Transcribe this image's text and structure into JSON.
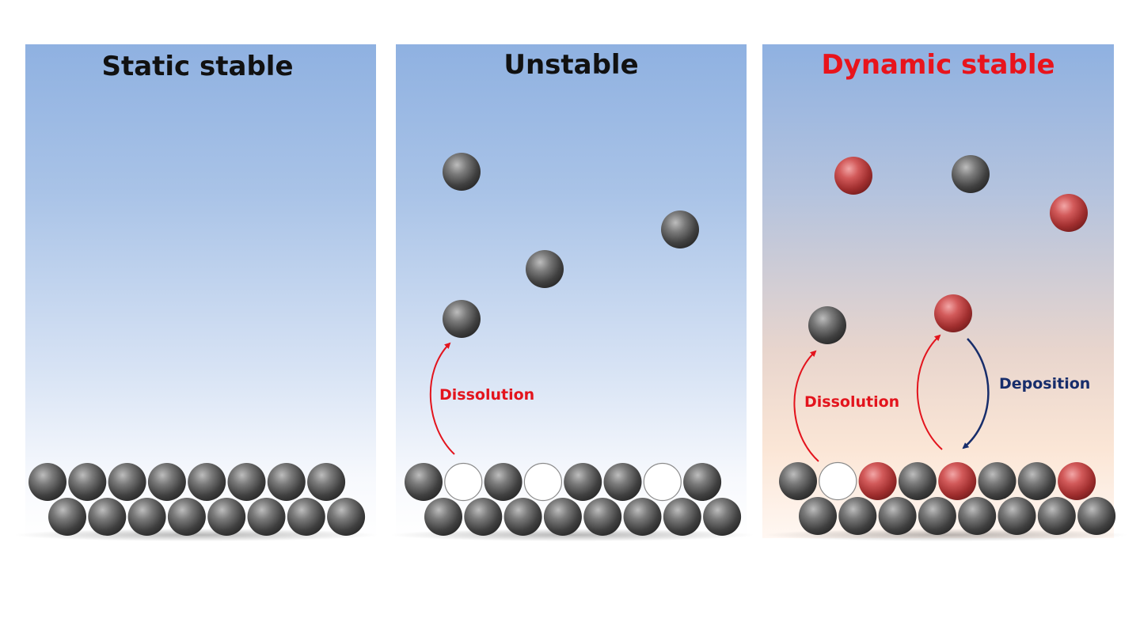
{
  "panels": [
    {
      "title": "Static stable",
      "title_color": "#111111"
    },
    {
      "title": "Unstable",
      "title_color": "#111111"
    },
    {
      "title": "Dynamic stable",
      "title_color": "#e8141c"
    }
  ],
  "labels": {
    "dissolution": "Dissolution",
    "deposition": "Deposition"
  },
  "colors": {
    "gray_atom": "#4a4a4a",
    "red_atom": "#b73a3a",
    "dissolution_arrow": "#e3141d",
    "deposition_arrow": "#172d6b"
  }
}
